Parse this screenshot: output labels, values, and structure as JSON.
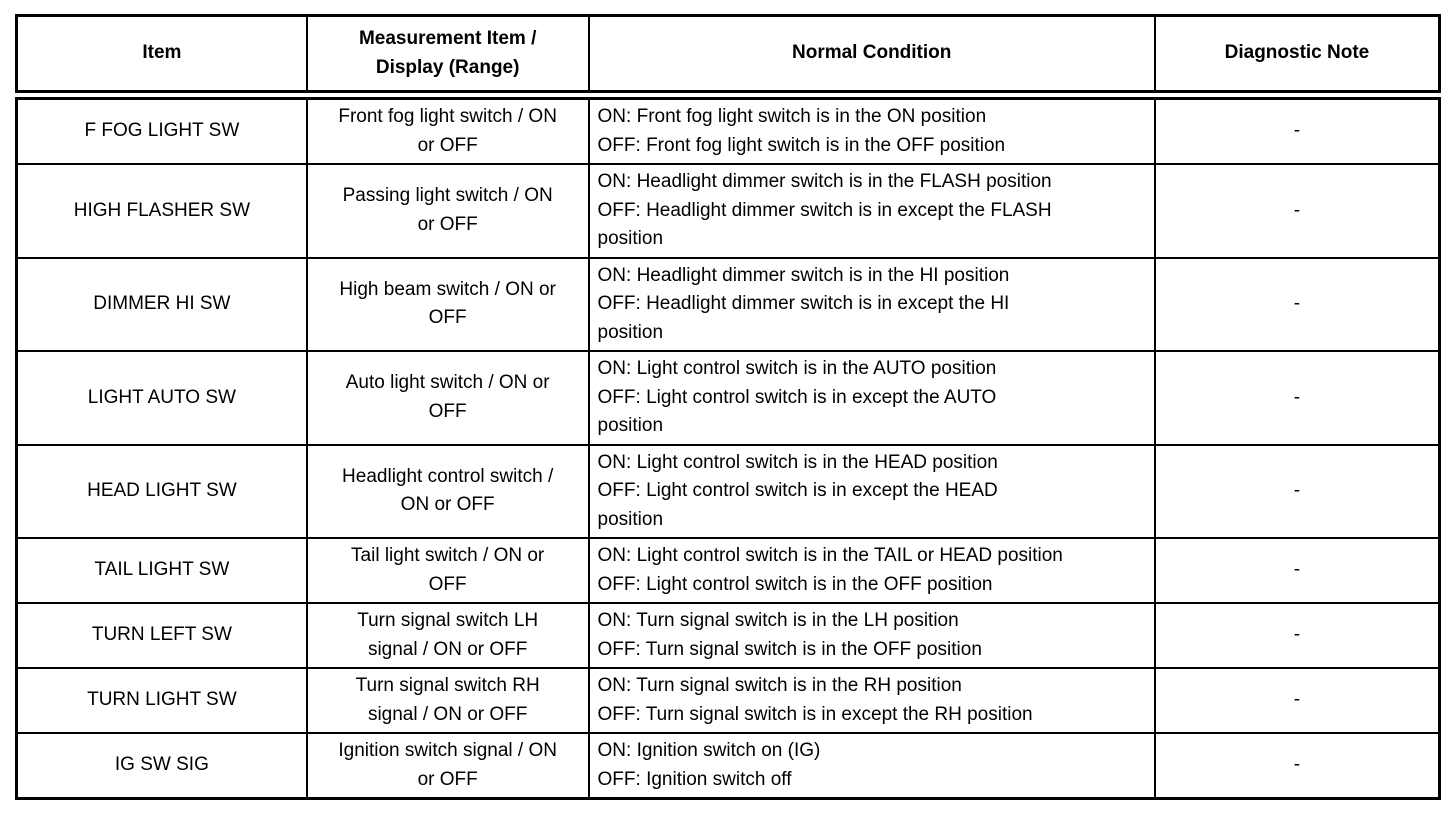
{
  "table": {
    "headers": [
      "Item",
      "Measurement Item /\nDisplay (Range)",
      "Normal Condition",
      "Diagnostic Note"
    ],
    "rows": [
      {
        "item": "F FOG LIGHT SW",
        "measurement": "Front fog light switch / ON\nor OFF",
        "condition": "ON: Front fog light switch is in the ON position\nOFF: Front fog light switch is in the OFF position",
        "note": "-"
      },
      {
        "item": "HIGH FLASHER SW",
        "measurement": "Passing light switch / ON\nor OFF",
        "condition": "ON: Headlight dimmer switch is in the FLASH position\nOFF: Headlight dimmer switch is in except the FLASH\nposition",
        "note": "-"
      },
      {
        "item": "DIMMER HI SW",
        "measurement": "High beam switch / ON or\nOFF",
        "condition": "ON: Headlight dimmer switch is in the HI position\nOFF: Headlight dimmer switch is in except the HI\nposition",
        "note": "-"
      },
      {
        "item": "LIGHT AUTO SW",
        "measurement": "Auto light switch / ON or\nOFF",
        "condition": "ON: Light control switch is in the AUTO position\nOFF: Light control switch is in except the AUTO\nposition",
        "note": "-"
      },
      {
        "item": "HEAD LIGHT SW",
        "measurement": "Headlight control switch /\nON or OFF",
        "condition": "ON: Light control switch is in the HEAD position\nOFF: Light control switch is in except the HEAD\nposition",
        "note": "-"
      },
      {
        "item": "TAIL LIGHT SW",
        "measurement": "Tail light switch / ON or\nOFF",
        "condition": "ON: Light control switch is in the TAIL or HEAD position\nOFF: Light control switch is in the OFF position",
        "note": "-"
      },
      {
        "item": "TURN LEFT SW",
        "measurement": "Turn signal switch LH\nsignal / ON or OFF",
        "condition": "ON: Turn signal switch is in the LH position\nOFF: Turn signal switch is in the OFF position",
        "note": "-"
      },
      {
        "item": "TURN LIGHT SW",
        "measurement": "Turn signal switch RH\nsignal / ON or OFF",
        "condition": "ON: Turn signal switch is in the RH position\nOFF: Turn signal switch is in except the RH position",
        "note": "-"
      },
      {
        "item": "IG SW SIG",
        "measurement": "Ignition switch signal / ON\nor OFF",
        "condition": "ON: Ignition switch on (IG)\nOFF: Ignition switch off",
        "note": "-"
      }
    ]
  }
}
